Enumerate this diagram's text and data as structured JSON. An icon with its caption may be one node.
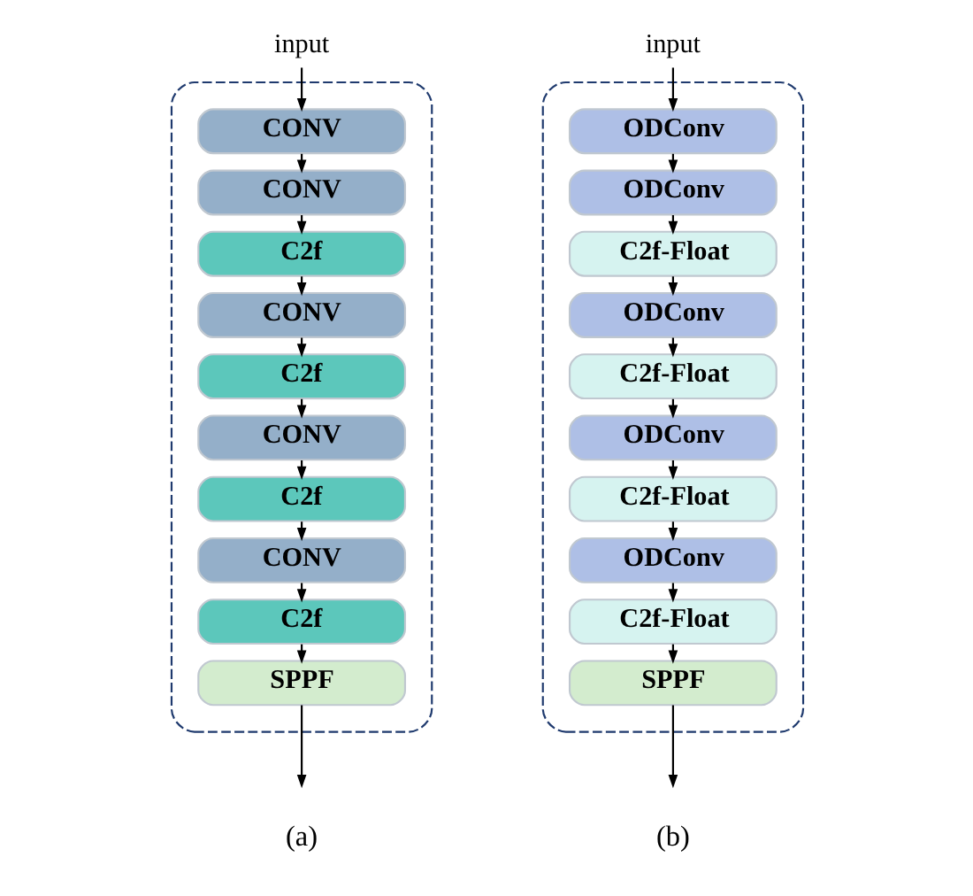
{
  "diagram": {
    "nodes": [
      {
        "text": [
          "input"
        ]
      },
      {
        "text": [],
        "shape": "box"
      },
      {
        "text": [
          "CONV"
        ],
        "in": 1
      },
      {
        "text": [
          "CONV"
        ],
        "in": 1
      },
      {
        "text": [
          "C2f"
        ],
        "in": 1
      },
      {
        "text": [
          "CONV"
        ],
        "in": 1
      },
      {
        "text": [
          "C2f"
        ],
        "in": 1
      },
      {
        "text": [
          "CONV"
        ],
        "in": 1
      },
      {
        "text": [
          "C2f"
        ],
        "in": 1
      },
      {
        "text": [
          "CONV"
        ],
        "in": 1
      },
      {
        "text": [
          "C2f"
        ],
        "in": 1
      },
      {
        "text": [
          "SPPF"
        ],
        "in": 1
      },
      {
        "text": [
          "input"
        ]
      },
      {
        "text": [],
        "shape": "box"
      },
      {
        "text": [
          "ODConv"
        ],
        "in": 13
      },
      {
        "text": [
          "ODConv"
        ],
        "in": 13
      },
      {
        "text": [
          "C2f-Float"
        ],
        "in": 13
      },
      {
        "text": [
          "ODConv"
        ],
        "in": 13
      },
      {
        "text": [
          "C2f-Float"
        ],
        "in": 13
      },
      {
        "text": [
          "ODConv"
        ],
        "in": 13
      },
      {
        "text": [
          "C2f-Float"
        ],
        "in": 13
      },
      {
        "text": [
          "ODConv"
        ],
        "in": 13
      },
      {
        "text": [
          "C2f-Float"
        ],
        "in": 13
      },
      {
        "text": [
          "SPPF"
        ],
        "in": 13
      }
    ],
    "edges": [
      {
        "from": 0,
        "to": 2,
        "arrow": "to"
      },
      {
        "from": 2,
        "to": 3,
        "arrow": "to"
      },
      {
        "from": 3,
        "to": 4,
        "arrow": "to"
      },
      {
        "from": 4,
        "to": 5,
        "arrow": "to"
      },
      {
        "from": 5,
        "to": 6,
        "arrow": "to"
      },
      {
        "from": 6,
        "to": 7,
        "arrow": "to"
      },
      {
        "from": 7,
        "to": 8,
        "arrow": "to"
      },
      {
        "from": 8,
        "to": 9,
        "arrow": "to"
      },
      {
        "from": 9,
        "to": 10,
        "arrow": "to"
      },
      {
        "from": 10,
        "to": 11,
        "arrow": "to"
      },
      {
        "from": 11,
        "to": null,
        "arrow": "to"
      },
      {
        "from": 12,
        "to": 14,
        "arrow": "to"
      },
      {
        "from": 14,
        "to": 15,
        "arrow": "to"
      },
      {
        "from": 15,
        "to": 16,
        "arrow": "to"
      },
      {
        "from": 16,
        "to": 17,
        "arrow": "to"
      },
      {
        "from": 17,
        "to": 18,
        "arrow": "to"
      },
      {
        "from": 18,
        "to": 19,
        "arrow": "to"
      },
      {
        "from": 19,
        "to": 20,
        "arrow": "to"
      },
      {
        "from": 20,
        "to": 21,
        "arrow": "to"
      },
      {
        "from": 21,
        "to": 22,
        "arrow": "to"
      },
      {
        "from": 22,
        "to": 23,
        "arrow": "to"
      },
      {
        "from": 23,
        "to": null,
        "arrow": "to"
      }
    ],
    "labels": [
      "(a)",
      "(b)"
    ]
  }
}
